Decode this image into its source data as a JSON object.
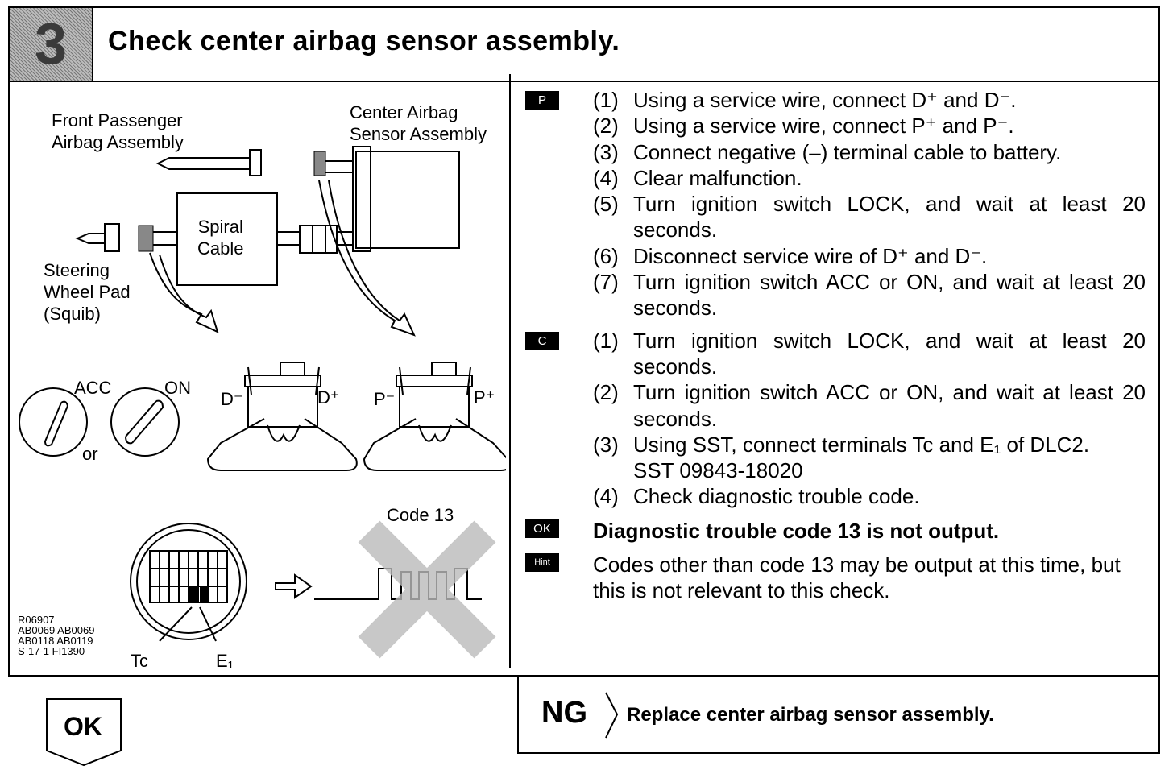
{
  "header": {
    "step_number": "3",
    "title": "Check center airbag sensor assembly."
  },
  "diagram": {
    "front_passenger": [
      "Front Passenger",
      "Airbag Assembly"
    ],
    "center_sensor": [
      "Center Airbag",
      "Sensor Assembly"
    ],
    "spiral_cable": [
      "Spiral",
      "Cable"
    ],
    "steering_wheel": [
      "Steering",
      "Wheel Pad",
      "(Squib)"
    ],
    "acc": "ACC",
    "on": "ON",
    "or": "or",
    "d_minus": "D⁻",
    "d_plus": "D⁺",
    "p_minus": "P⁻",
    "p_plus": "P⁺",
    "code": "Code 13",
    "tc": "Tc",
    "e1": "E₁",
    "ref": [
      "R06907",
      "AB0069 AB0069",
      "AB0118 AB0119",
      "S-17-1 FI1390"
    ]
  },
  "instructions": {
    "p_tag": "P",
    "p_steps": [
      {
        "num": "(1)",
        "text": "Using a service wire, connect D⁺ and D⁻."
      },
      {
        "num": "(2)",
        "text": "Using a service wire, connect P⁺ and P⁻."
      },
      {
        "num": "(3)",
        "text": "Connect negative (–) terminal cable to battery."
      },
      {
        "num": "(4)",
        "text": "Clear malfunction."
      },
      {
        "num": "(5)",
        "text": "Turn ignition switch LOCK, and wait at least 20 seconds."
      },
      {
        "num": "(6)",
        "text": "Disconnect service wire of D⁺ and D⁻."
      },
      {
        "num": "(7)",
        "text": "Turn ignition switch ACC or ON, and wait at least 20 seconds."
      }
    ],
    "c_tag": "C",
    "c_steps": [
      {
        "num": "(1)",
        "text": "Turn ignition switch LOCK, and wait at least 20 seconds."
      },
      {
        "num": "(2)",
        "text": "Turn ignition switch ACC or ON, and wait at least 20 seconds."
      },
      {
        "num": "(3)",
        "text": "Using SST, connect terminals Tc and E₁ of DLC2."
      },
      {
        "num": "",
        "text": "SST 09843-18020"
      },
      {
        "num": "(4)",
        "text": "Check diagnostic trouble code."
      }
    ],
    "ok_tag": "OK",
    "ok_text": "Diagnostic trouble code 13 is not output.",
    "hint_tag": "Hint",
    "hint_text": "Codes other than code 13 may be output at this time, but this is not relevant to this check."
  },
  "result": {
    "ng_label": "NG",
    "ng_text": "Replace center airbag sensor assembly.",
    "ok_label": "OK"
  }
}
